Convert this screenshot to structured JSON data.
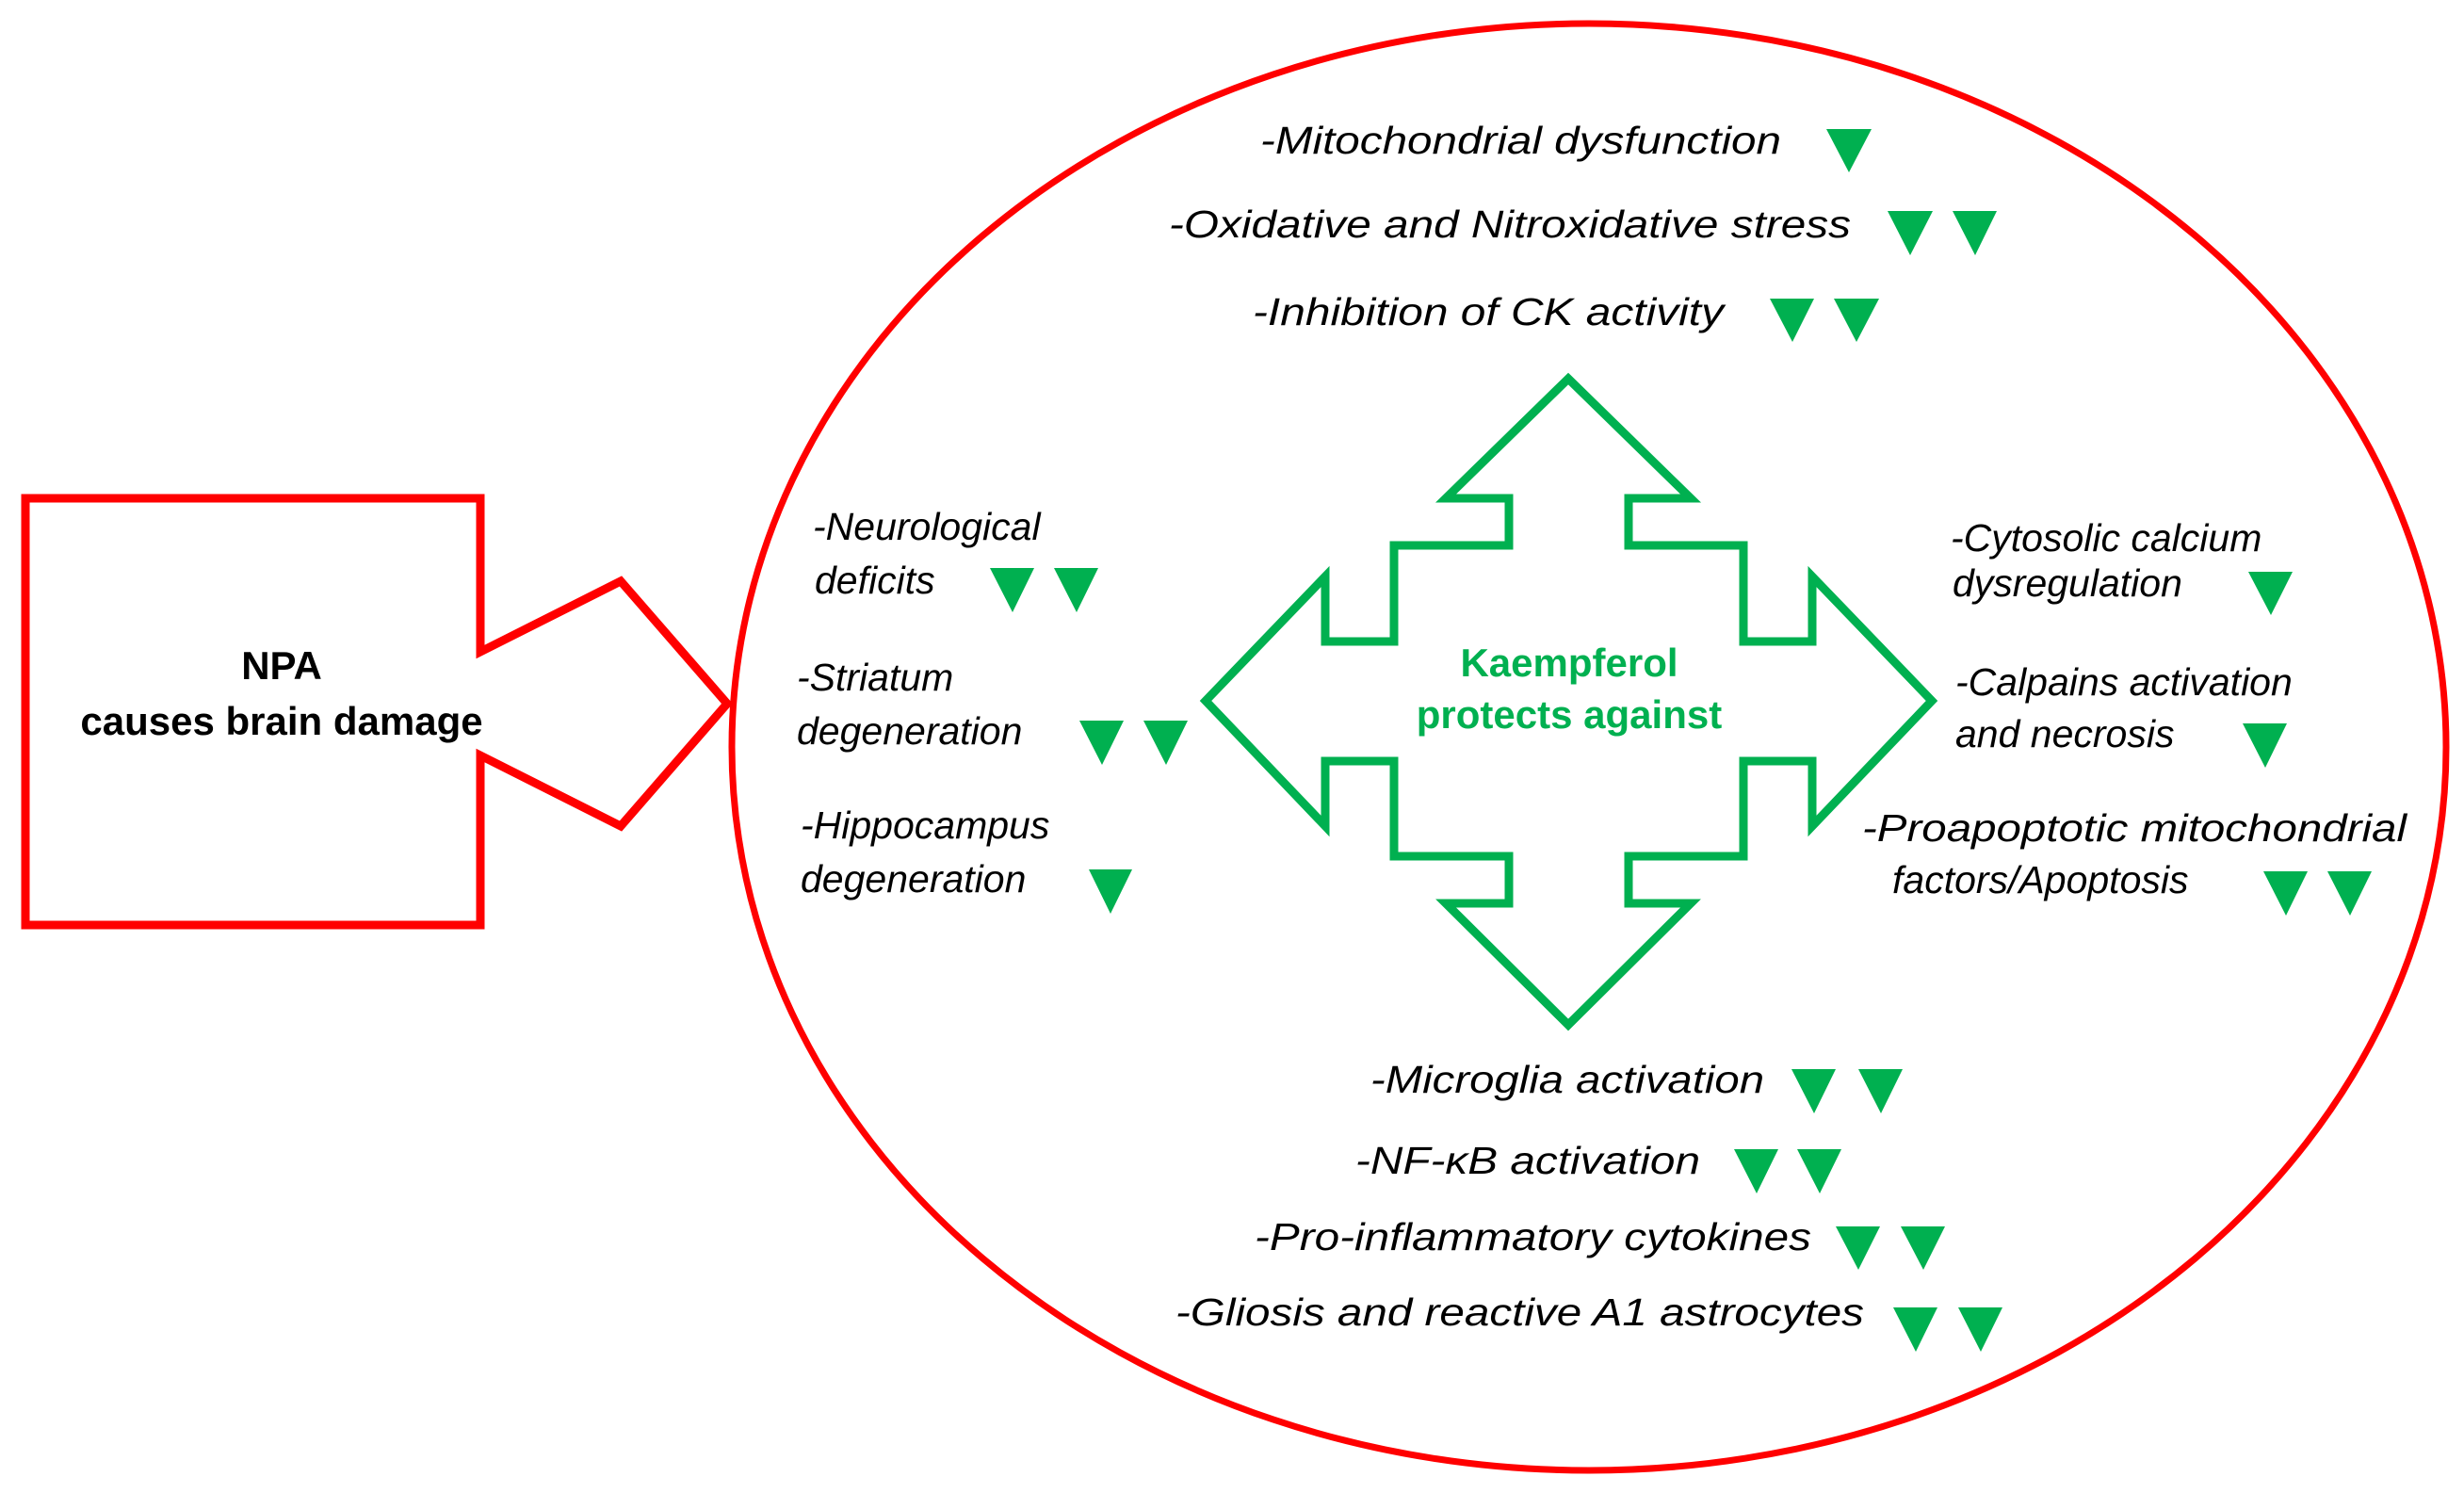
{
  "colors": {
    "damage": "#FF0000",
    "protection": "#00B050",
    "text": "#000000",
    "background": "#FFFFFF"
  },
  "cause": {
    "line1": "NPA",
    "line2": "causes brain damage"
  },
  "center": {
    "line1": "Kaempferol",
    "line2": "protects against"
  },
  "indicator_icon": "down-triangle-icon",
  "groups": {
    "top": [
      {
        "lines": [
          "-Mitochondrial dysfunction"
        ],
        "decrease_markers": 1
      },
      {
        "lines": [
          "-Oxidative and Nitroxidative stress"
        ],
        "decrease_markers": 2
      },
      {
        "lines": [
          "-Inhibition of CK activity"
        ],
        "decrease_markers": 2
      }
    ],
    "left": [
      {
        "lines": [
          "-Neurological",
          "deficits"
        ],
        "decrease_markers": 2
      },
      {
        "lines": [
          "-Striatum",
          "degeneration"
        ],
        "decrease_markers": 2
      },
      {
        "lines": [
          "-Hippocampus",
          "degeneration"
        ],
        "decrease_markers": 1
      }
    ],
    "right": [
      {
        "lines": [
          "-Cytosolic calcium",
          "dysregulation"
        ],
        "decrease_markers": 1
      },
      {
        "lines": [
          "-Calpains activation",
          "and necrosis"
        ],
        "decrease_markers": 1
      },
      {
        "lines": [
          "-Proapoptotic mitochondrial",
          "factors/Apoptosis"
        ],
        "decrease_markers": 2
      }
    ],
    "bottom": [
      {
        "lines": [
          "-Microglia activation"
        ],
        "decrease_markers": 2
      },
      {
        "lines": [
          "-NF-κB activation"
        ],
        "decrease_markers": 2
      },
      {
        "lines": [
          "-Pro-inflammatory cytokines"
        ],
        "decrease_markers": 2
      },
      {
        "lines": [
          "-Gliosis and reactive A1 astrocytes"
        ],
        "decrease_markers": 2
      }
    ]
  }
}
